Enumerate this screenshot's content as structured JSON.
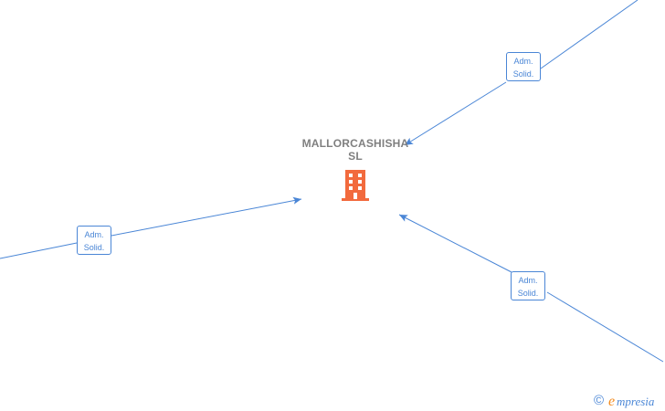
{
  "company": {
    "name_line1": "MALLORCASHISHA",
    "name_line2": "SL",
    "icon": "building-icon",
    "icon_color": "#f26a3d"
  },
  "relations": [
    {
      "label_line1": "Adm.",
      "label_line2": "Solid."
    },
    {
      "label_line1": "Adm.",
      "label_line2": "Solid."
    },
    {
      "label_line1": "Adm.",
      "label_line2": "Solid."
    }
  ],
  "edge_color": "#4a86d6",
  "brand": {
    "copyright": "©",
    "logo_text": "Empresia",
    "logo_icon": "empresia-logo"
  }
}
